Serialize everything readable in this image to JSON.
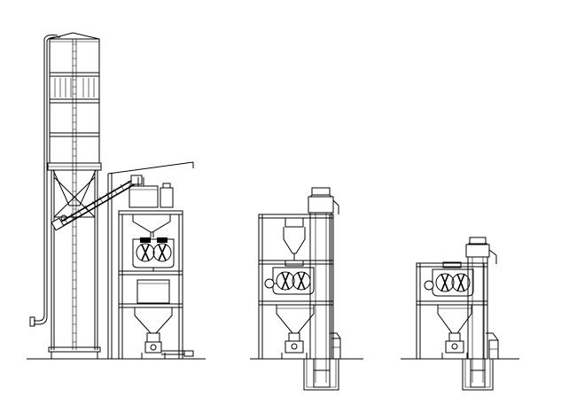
{
  "colors": {
    "background": "#ffffff",
    "line": "#000000"
  },
  "plants": [
    {
      "id": "silo-plant"
    },
    {
      "id": "elevator-plant-medium"
    },
    {
      "id": "elevator-plant-small"
    }
  ]
}
